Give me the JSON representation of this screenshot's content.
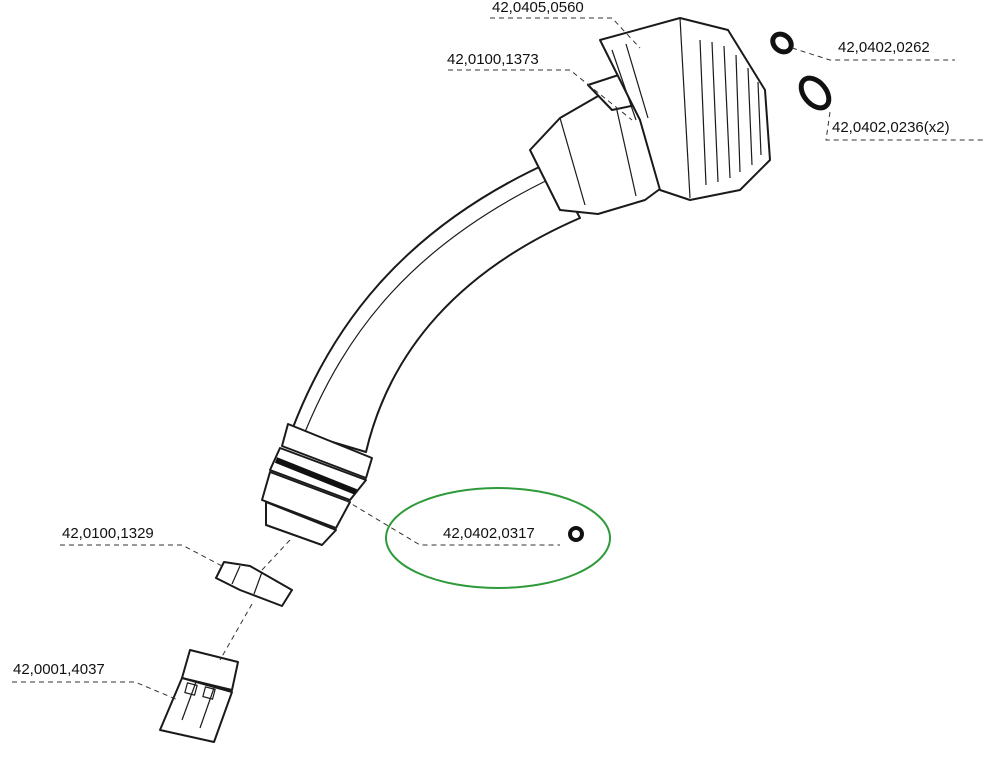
{
  "labels": {
    "nut": "42,0405,0560",
    "handle": "42,0100,1373",
    "oring_small": "42,0402,0262",
    "oring_large": "42,0402,0236(x2)",
    "oring_neck": "42,0402,0317",
    "insulator": "42,0100,1329",
    "tip_holder": "42,0001,4037"
  },
  "colors": {
    "highlight": "#2e9a3a",
    "line": "#1a1a1a"
  }
}
